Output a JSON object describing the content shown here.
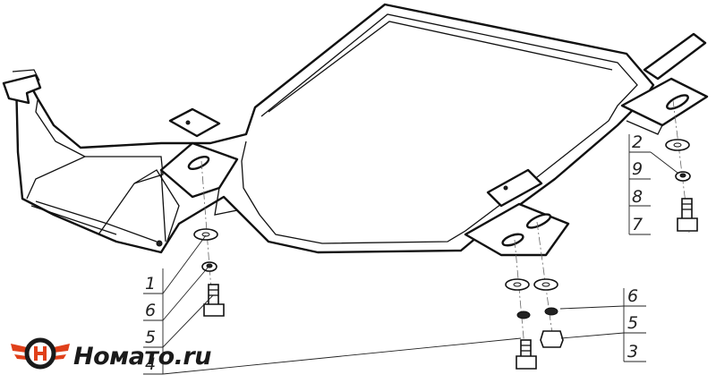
{
  "logo": {
    "text": "Номато.ru",
    "colors": {
      "ring": "#1a1a1a",
      "wing": "#e0401a"
    }
  },
  "callouts_left": [
    "1",
    "6",
    "5",
    "4"
  ],
  "callouts_right_top": [
    "2",
    "9",
    "8",
    "7"
  ],
  "callouts_right_bottom": [
    "6",
    "5",
    "3"
  ]
}
